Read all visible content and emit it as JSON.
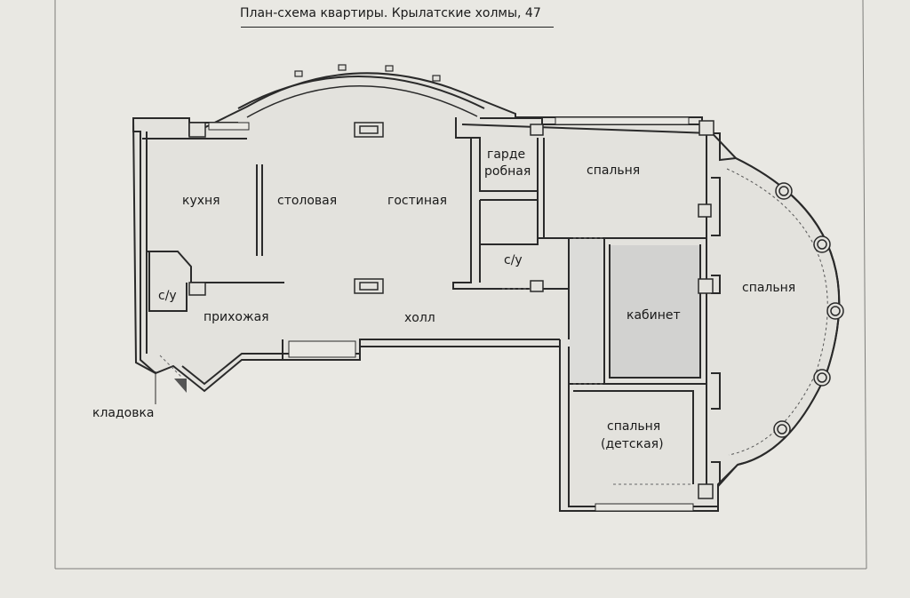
{
  "title": "План-схема квартиры. Крылатские холмы, 47",
  "rooms": {
    "kitchen": "кухня",
    "dining": "столовая",
    "living": "гостиная",
    "wardrobe_line1": "гарде",
    "wardrobe_line2": "робная",
    "bedroom_top": "спальня",
    "bathroom_center": "с/у",
    "bathroom_left": "с/у",
    "hallway_entry": "прихожая",
    "hall": "холл",
    "study": "кабинет",
    "bedroom_right": "спальня",
    "kids_line1": "спальня",
    "kids_line2": "(детская)",
    "storage": "кладовка"
  },
  "colors": {
    "background": "#e9e8e3",
    "floor": "#e3e2dd",
    "study_fill": "#d2d2d0",
    "wall_line": "#2a2a2a"
  }
}
